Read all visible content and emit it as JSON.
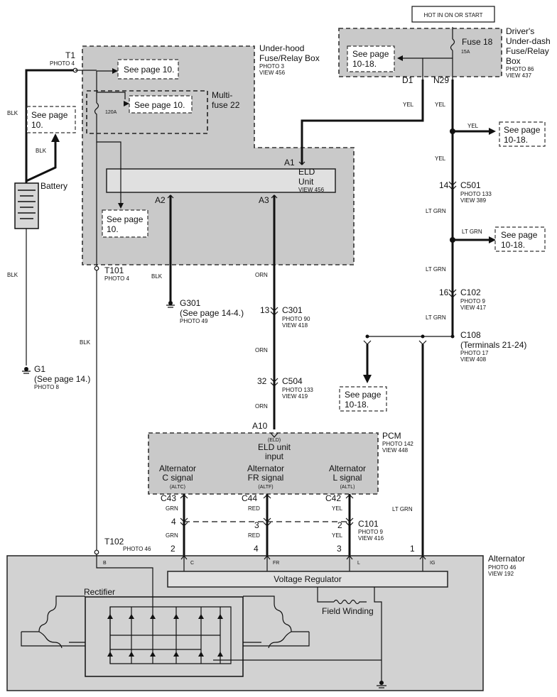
{
  "top_label": "HOT IN ON OR START",
  "underhood": {
    "title_line1": "Under-hood",
    "title_line2": "Fuse/Relay Box",
    "photo": "PHOTO 3",
    "view": "VIEW 456",
    "see1": "See page 10.",
    "see2": "See page 10.",
    "see3_line1": "See page",
    "see3_line2": "10.",
    "multifuse_line1": "Multi-",
    "multifuse_line2": "fuse 22",
    "amp": "120A"
  },
  "dash": {
    "title_line1": "Driver's",
    "title_line2": "Under-dash",
    "title_line3": "Fuse/Relay",
    "title_line4": "Box",
    "photo": "PHOTO 86",
    "view": "VIEW 437",
    "fuse": "Fuse 18",
    "amp": "15A",
    "see_line1": "See page",
    "see_line2": "10-18.",
    "d1": "D1",
    "n29": "N29"
  },
  "battery": {
    "label": "Battery",
    "see_line1": "See page",
    "see_line2": "10."
  },
  "elc": {
    "title_line1": "ELD",
    "title_line2": "Unit",
    "view": "VIEW 456",
    "a1": "A1",
    "a2": "A2",
    "a3": "A3"
  },
  "t1": {
    "label": "T1",
    "photo": "PHOTO 4"
  },
  "t101": {
    "label": "T101",
    "photo": "PHOTO 4"
  },
  "t102": {
    "label": "T102",
    "photo": "PHOTO 46"
  },
  "g301": {
    "label": "G301",
    "see": "(See page 14-4.)",
    "photo": "PHOTO 49"
  },
  "g1": {
    "label": "G1",
    "see": "(See page 14.)",
    "photo": "PHOTO 8"
  },
  "c301": {
    "pin": "13",
    "label": "C301",
    "photo": "PHOTO 90",
    "view": "VIEW 418"
  },
  "c504": {
    "pin": "32",
    "label": "C504",
    "photo": "PHOTO 133",
    "view": "VIEW 419"
  },
  "c501": {
    "pin": "14",
    "label": "C501",
    "photo": "PHOTO 133",
    "view": "VIEW 389"
  },
  "c102": {
    "pin": "16",
    "label": "C102",
    "photo": "PHOTO 9",
    "view": "VIEW 417"
  },
  "c108": {
    "label": "C108",
    "terms": "(Terminals 21-24)",
    "photo": "PHOTO 17",
    "view": "VIEW 408"
  },
  "c101": {
    "label": "C101",
    "photo": "PHOTO 9",
    "view": "VIEW 416"
  },
  "see1018_a": {
    "line1": "See page",
    "line2": "10-18."
  },
  "see1018_b": {
    "line1": "See page",
    "line2": "10-18."
  },
  "see1018_c": {
    "line1": "See page",
    "line2": "10-18."
  },
  "wires": {
    "blk": "BLK",
    "yel": "YEL",
    "orn": "ORN",
    "ltgrn": "LT GRN",
    "grn": "GRN",
    "red": "RED"
  },
  "pcm": {
    "title": "PCM",
    "photo": "PHOTO 142",
    "view": "VIEW 448",
    "a10": "A10",
    "eld_small": "(ELD)",
    "eld_line1": "ELD unit",
    "eld_line2": "input",
    "c_line1": "Alternator",
    "c_line2": "C signal",
    "c_code": "(ALTC)",
    "fr_line1": "Alternator",
    "fr_line2": "FR signal",
    "fr_code": "(ALTF)",
    "l_line1": "Alternator",
    "l_line2": "L signal",
    "l_code": "(ALTL)",
    "c43": "C43",
    "c44": "C44",
    "c42": "C42"
  },
  "pins": {
    "p4": "4",
    "p3": "3",
    "p2": "2",
    "p2b": "2",
    "p4b": "4",
    "p3b": "3",
    "p1": "1"
  },
  "alternator": {
    "title": "Alternator",
    "photo": "PHOTO 46",
    "view": "VIEW 192",
    "b": "B",
    "c": "C",
    "fr": "FR",
    "l": "L",
    "ig": "IG",
    "vr": "Voltage Regulator",
    "rectifier": "Rectifier",
    "field": "Field Winding"
  }
}
